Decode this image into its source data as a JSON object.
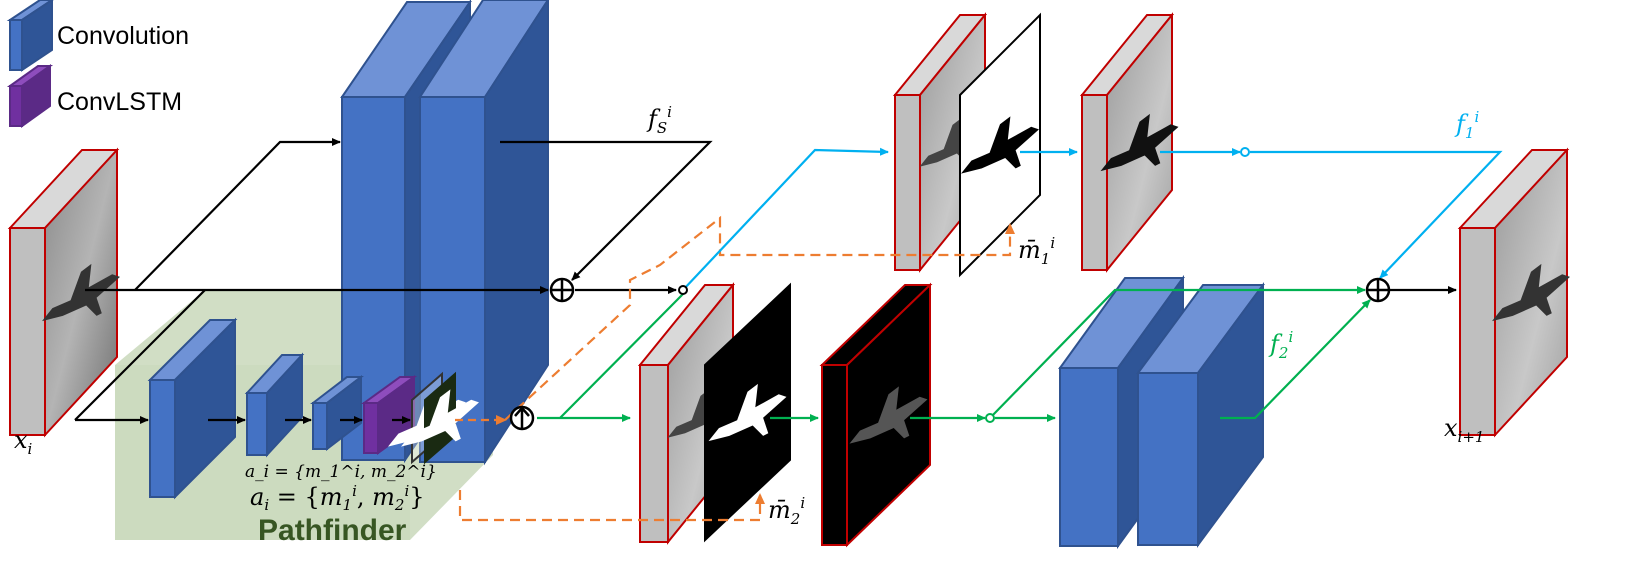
{
  "legend": {
    "items": [
      {
        "label": "Convolution",
        "color": "#4472c4"
      },
      {
        "label": "ConvLSTM",
        "color": "#7030a0"
      }
    ]
  },
  "pathfinder": {
    "title": "Pathfinder",
    "formula": "a_i = {m_1^i, m_2^i}",
    "formula_parts": {
      "a": "a",
      "a_sub": "i",
      "eq": " = {",
      "m1": "m",
      "m1_sub": "1",
      "m1_sup": "i",
      "comma": ", ",
      "m2": "m",
      "m2_sub": "2",
      "m2_sup": "i",
      "close": "}"
    }
  },
  "labels": {
    "input": {
      "base": "x",
      "sub": "i"
    },
    "output": {
      "base": "x",
      "sub": "i+1"
    },
    "fs": {
      "base": "f",
      "sub": "S",
      "sup": "i"
    },
    "f1": {
      "base": "f",
      "sub": "1",
      "sup": "i"
    },
    "f2": {
      "base": "f",
      "sub": "2",
      "sup": "i"
    },
    "mbar1": {
      "base": "m̄",
      "sub": "1",
      "sup": "i"
    },
    "mbar2": {
      "base": "m̄",
      "sub": "2",
      "sup": "i"
    }
  },
  "colors": {
    "conv_front": "#4472c4",
    "conv_side": "#2f5597",
    "conv_top": "#6f92d6",
    "convlstm": "#7030a0",
    "frame_outline": "#c00000",
    "line_green": "#00b050",
    "line_blue": "#00b0f0",
    "line_orange": "#ed7d31",
    "pathfinder_fill": "#c5d6b6",
    "pathfinder_text": "#375623"
  }
}
